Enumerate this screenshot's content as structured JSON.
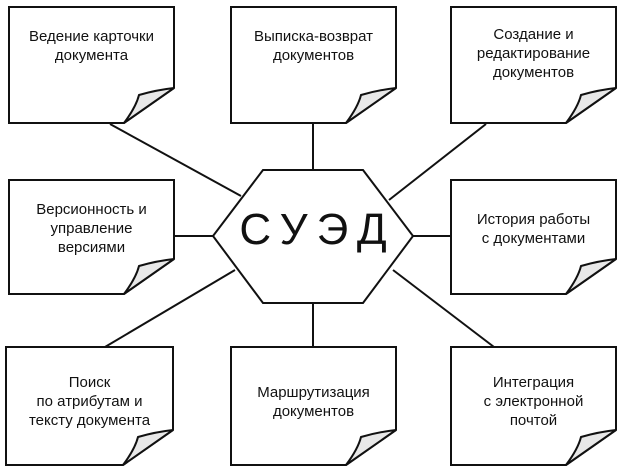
{
  "center": {
    "label": "СУЭД"
  },
  "nodes": [
    {
      "id": "card",
      "lines": [
        "Ведение карточки",
        "документа"
      ]
    },
    {
      "id": "checkout",
      "lines": [
        "Выписка-возврат",
        "документов"
      ]
    },
    {
      "id": "create",
      "lines": [
        "Создание и",
        "редактирование",
        "документов"
      ]
    },
    {
      "id": "versions",
      "lines": [
        "Версионность и",
        "управление",
        "версиями"
      ]
    },
    {
      "id": "history",
      "lines": [
        "История работы",
        "с документами"
      ]
    },
    {
      "id": "search",
      "lines": [
        "Поиск",
        "по атрибутам и",
        "тексту документа"
      ]
    },
    {
      "id": "routing",
      "lines": [
        "Маршрутизация",
        "документов"
      ]
    },
    {
      "id": "email",
      "lines": [
        "Интеграция",
        "с электронной",
        "почтой"
      ]
    }
  ],
  "colors": {
    "stroke": "#111111",
    "curl": "#e8e8e8",
    "background": "#ffffff"
  }
}
